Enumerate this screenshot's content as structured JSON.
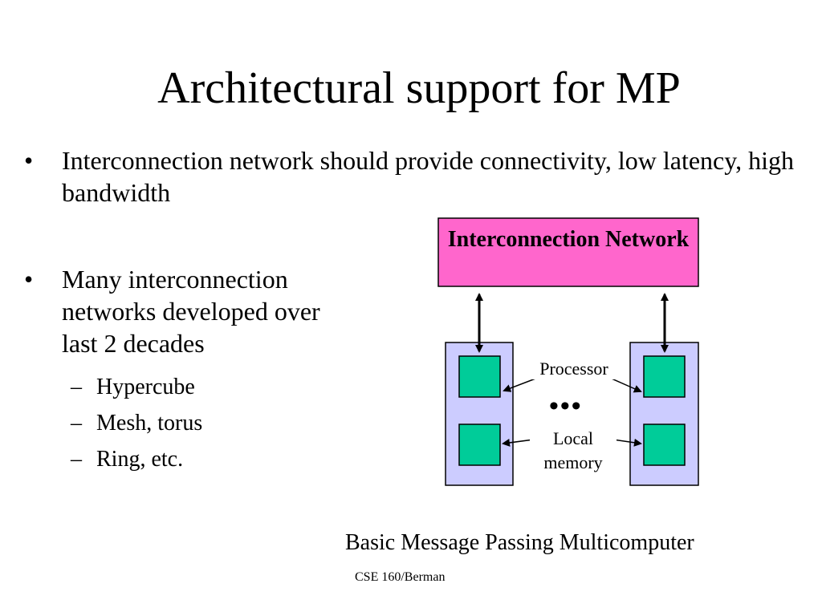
{
  "slide": {
    "title": "Architectural support for MP",
    "bullets": [
      {
        "mark": "•",
        "text": "Interconnection network should provide connectivity, low latency, high bandwidth"
      },
      {
        "mark": "•",
        "text": "Many interconnection networks developed over last 2 decades",
        "sub_items": [
          {
            "mark": "–",
            "text": "Hypercube"
          },
          {
            "mark": "–",
            "text": "Mesh, torus"
          },
          {
            "mark": "–",
            "text": "Ring, etc."
          }
        ]
      }
    ]
  },
  "diagram": {
    "network_label": "Interconnection Network",
    "processor_label": "Processor",
    "memory_label": "Local memory",
    "ellipsis": "•••",
    "caption": "Basic Message Passing Multicomputer",
    "colors": {
      "network_fill": "#ff66cc",
      "node_fill": "#ccccff",
      "component_fill": "#00cc99",
      "outline": "#000000"
    }
  },
  "footer": "CSE 160/Berman"
}
